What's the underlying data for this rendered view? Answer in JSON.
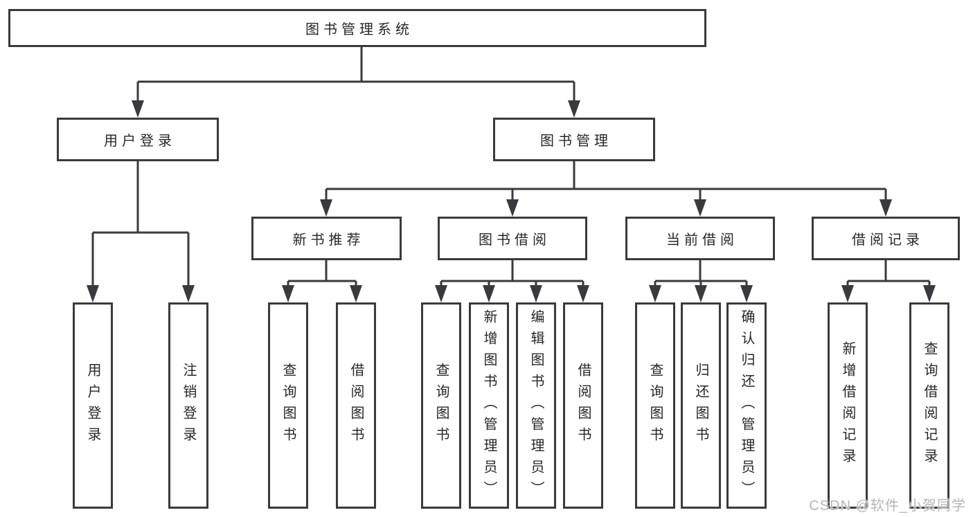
{
  "tree": {
    "label": "图书管理系统",
    "children": [
      {
        "label": "用户登录",
        "children": [
          {
            "label": "用户登录"
          },
          {
            "label": "注销登录"
          }
        ]
      },
      {
        "label": "图书管理",
        "children": [
          {
            "label": "新书推荐",
            "children": [
              {
                "label": "查询图书"
              },
              {
                "label": "借阅图书"
              }
            ]
          },
          {
            "label": "图书借阅",
            "children": [
              {
                "label": "查询图书"
              },
              {
                "label": "新增图书（管理员）"
              },
              {
                "label": "编辑图书（管理员）"
              },
              {
                "label": "借阅图书"
              }
            ]
          },
          {
            "label": "当前借阅",
            "children": [
              {
                "label": "查询图书"
              },
              {
                "label": "归还图书"
              },
              {
                "label": "确认归还（管理员）"
              }
            ]
          },
          {
            "label": "借阅记录",
            "children": [
              {
                "label": "新增借阅记录"
              },
              {
                "label": "查询借阅记录"
              }
            ]
          }
        ]
      }
    ]
  },
  "watermark": {
    "text": "CSDN @软件_小贺同学"
  },
  "colors": {
    "line": "#3a3a3c",
    "box_border": "#3a3a3c",
    "background": "#ffffff",
    "text": "#272727",
    "watermark": "#b5b5b5"
  }
}
